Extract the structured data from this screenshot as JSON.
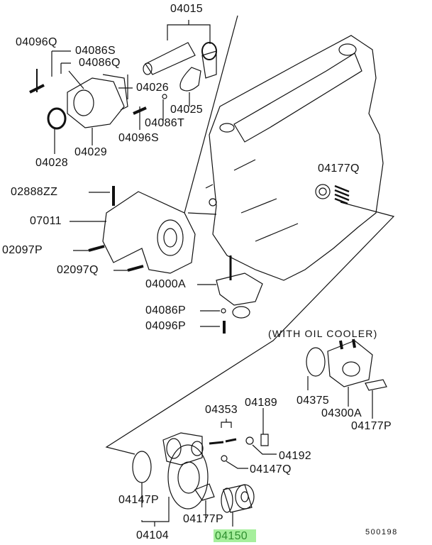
{
  "diagram": {
    "note": "(WITH OIL COOLER)",
    "figure_id": "500198",
    "highlight_color": "#a6ef9c",
    "highlighted_part": "04150",
    "parts": {
      "p04015": "04015",
      "p04096Q": "04096Q",
      "p04086S": "04086S",
      "p04086Q": "04086Q",
      "p04026": "04026",
      "p04025": "04025",
      "p04086T": "04086T",
      "p04096S": "04096S",
      "p04029": "04029",
      "p04028": "04028",
      "p04177Q": "04177Q",
      "p02888ZZ": "02888ZZ",
      "p07011": "07011",
      "p02097P": "02097P",
      "p02097Q": "02097Q",
      "p04000A": "04000A",
      "p04086P": "04086P",
      "p04096P": "04096P",
      "p04375": "04375",
      "p04300A": "04300A",
      "p04177P_a": "04177P",
      "p04353": "04353",
      "p04189": "04189",
      "p04192": "04192",
      "p04147Q": "04147Q",
      "p04147P": "04147P",
      "p04177P_b": "04177P",
      "p04104": "04104",
      "p04150": "04150"
    }
  }
}
